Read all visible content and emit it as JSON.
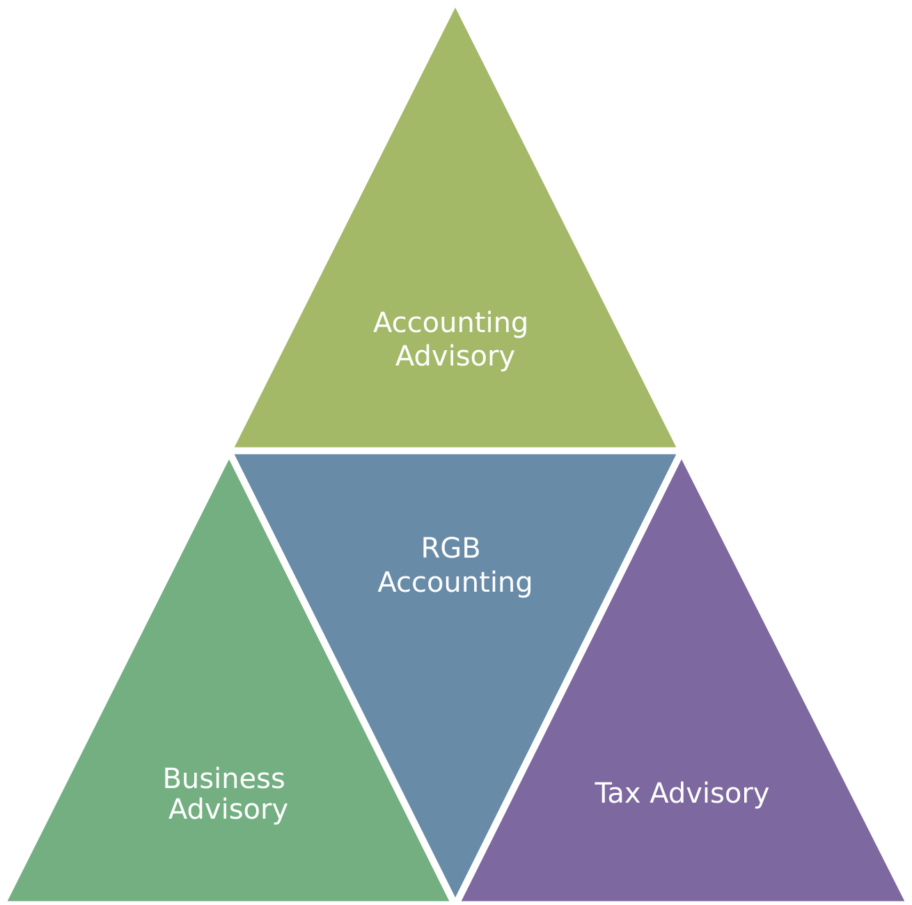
{
  "diagram": {
    "top": {
      "line1": "Accounting",
      "line2": "Advisory",
      "color": "#A3B968"
    },
    "center": {
      "line1": "RGB",
      "line2": "Accounting",
      "color": "#688BA8"
    },
    "left": {
      "line1": "Business",
      "line2": "Advisory",
      "color": "#74AF81"
    },
    "right": {
      "line1": "Tax Advisory",
      "color": "#7D699F"
    }
  }
}
